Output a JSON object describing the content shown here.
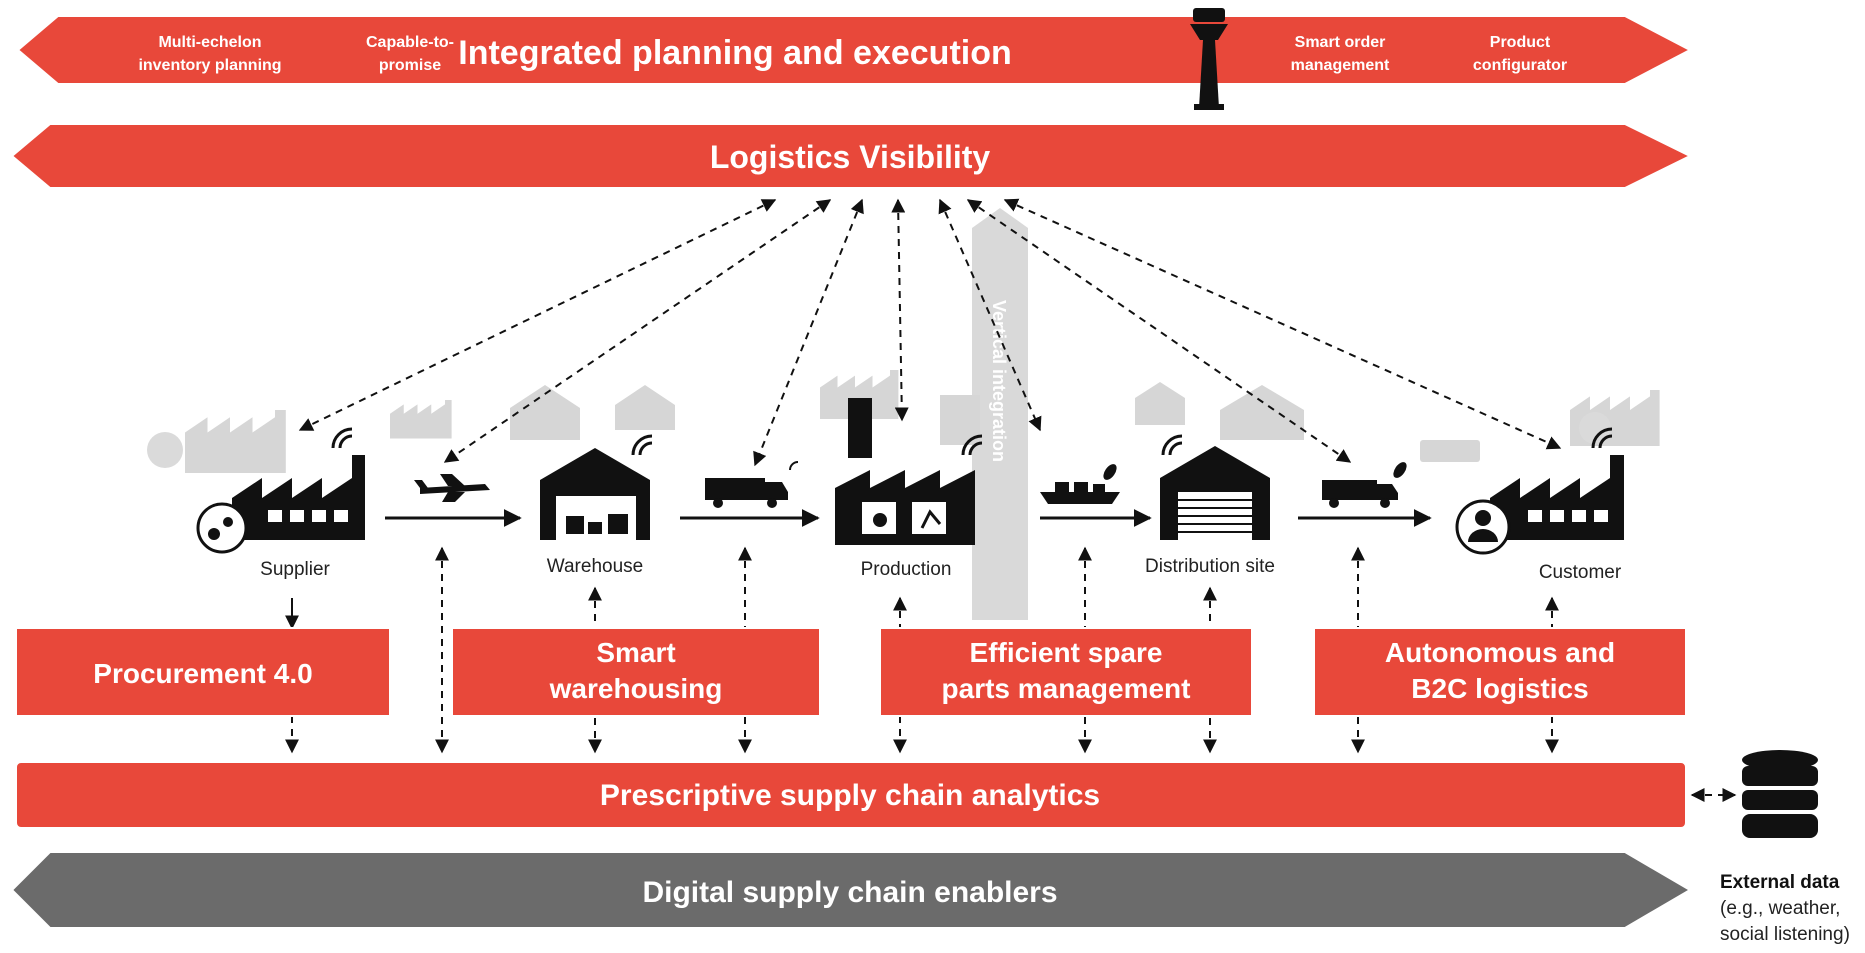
{
  "top_banner": {
    "title": "Integrated planning and execution",
    "left_items": [
      {
        "line1": "Multi-echelon",
        "line2": "inventory planning"
      },
      {
        "line1": "Capable-to-",
        "line2": "promise"
      }
    ],
    "right_items": [
      {
        "line1": "Smart order",
        "line2": "management"
      },
      {
        "line1": "Product",
        "line2": "configurator"
      }
    ]
  },
  "visibility_banner": {
    "title": "Logistics Visibility"
  },
  "vertical_label": "Vertical integration",
  "nodes": [
    {
      "id": "supplier",
      "label": "Supplier"
    },
    {
      "id": "warehouse",
      "label": "Warehouse"
    },
    {
      "id": "production",
      "label": "Production"
    },
    {
      "id": "distribution",
      "label": "Distribution site"
    },
    {
      "id": "customer",
      "label": "Customer"
    }
  ],
  "capability_boxes": [
    {
      "line1": "Procurement 4.0",
      "line2": ""
    },
    {
      "line1": "Smart",
      "line2": "warehousing"
    },
    {
      "line1": "Efficient spare",
      "line2": "parts management"
    },
    {
      "line1": "Autonomous and",
      "line2": "B2C logistics"
    }
  ],
  "analytics_bar": {
    "title": "Prescriptive supply chain analytics"
  },
  "enablers_bar": {
    "title": "Digital supply chain enablers"
  },
  "external_data": {
    "title": "External data",
    "line1": "(e.g., weather,",
    "line2": "social listening)"
  },
  "colors": {
    "accent_red": "#E8483A",
    "enabler_gray": "#6B6B6B",
    "ghost_gray": "#D0D0D0",
    "icon_black": "#111111"
  }
}
